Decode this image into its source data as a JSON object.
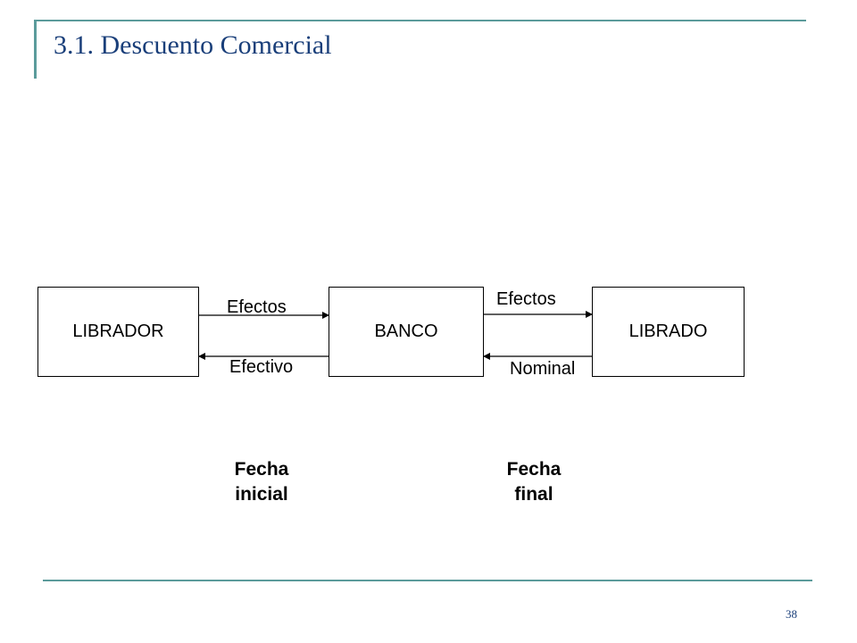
{
  "title": "3.1.  Descuento Comercial",
  "page_number": "38",
  "nodes": {
    "librador": "LIBRADOR",
    "banco": "BANCO",
    "librado": "LIBRADO"
  },
  "edges": {
    "efectos_1": "Efectos",
    "efectivo": "Efectivo",
    "efectos_2": "Efectos",
    "nominal": "Nominal"
  },
  "dates": {
    "inicial_line1": "Fecha",
    "inicial_line2": "inicial",
    "final_line1": "Fecha",
    "final_line2": "final"
  },
  "colors": {
    "frame": "#5b9b9b",
    "title": "#1a3f7a"
  }
}
